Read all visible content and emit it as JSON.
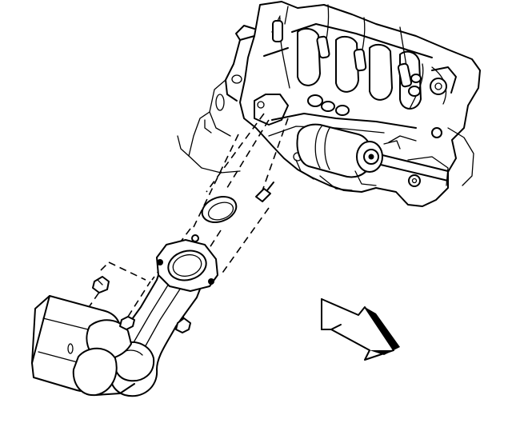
{
  "figure": {
    "kind": "exploded-view line illustration",
    "parts": [
      "engine-block",
      "exhaust-manifold",
      "starter-motor",
      "exhaust-seal-ring",
      "flange-gasket",
      "exhaust-pipe",
      "muffler",
      "flange-nuts"
    ],
    "direction_arrow": "front-of-vehicle-arrow",
    "colors": {
      "line": "#000000",
      "background": "#ffffff",
      "arrow_tip": "#000000"
    }
  }
}
